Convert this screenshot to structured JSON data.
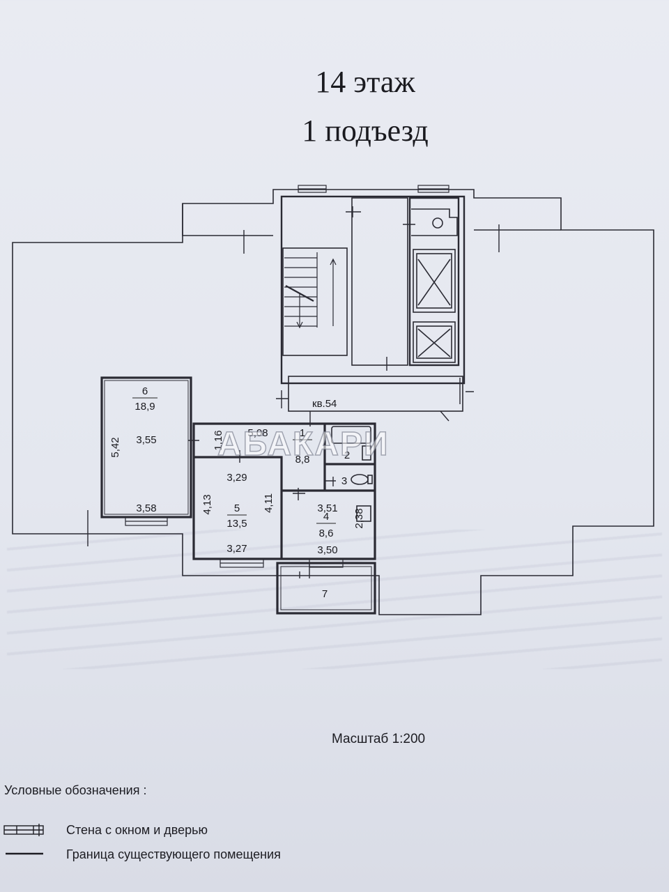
{
  "title": {
    "floor": "14 этаж",
    "entrance": "1 подъезд"
  },
  "watermark": "АБАКАРИ",
  "apartment_label": "кв.54",
  "rooms": [
    {
      "number": "1",
      "area": "8,8"
    },
    {
      "number": "2",
      "area": ""
    },
    {
      "number": "3",
      "area": ""
    },
    {
      "number": "4",
      "area": "8,6"
    },
    {
      "number": "5",
      "area": "13,5"
    },
    {
      "number": "6",
      "area": "18,9"
    },
    {
      "number": "7",
      "area": ""
    }
  ],
  "dimensions": {
    "room6_height": "5,42",
    "room6_width": "3,55",
    "room6_bottom": "3,58",
    "corridor_width": "5,08",
    "corridor_height": "1,16",
    "room5_top": "3,29",
    "room5_left": "4,13",
    "room5_right": "4,11",
    "room5_bottom": "3,27",
    "room4_top": "3,51",
    "room4_height": "2,38",
    "room4_bottom": "3,50"
  },
  "scale": "Масштаб  1:200",
  "legend": {
    "title": "Условные обозначения :",
    "items": [
      {
        "symbol": "wall-window-door",
        "label": "Стена с окном и дверью"
      },
      {
        "symbol": "boundary-line",
        "label": "Граница существующего помещения"
      }
    ]
  }
}
